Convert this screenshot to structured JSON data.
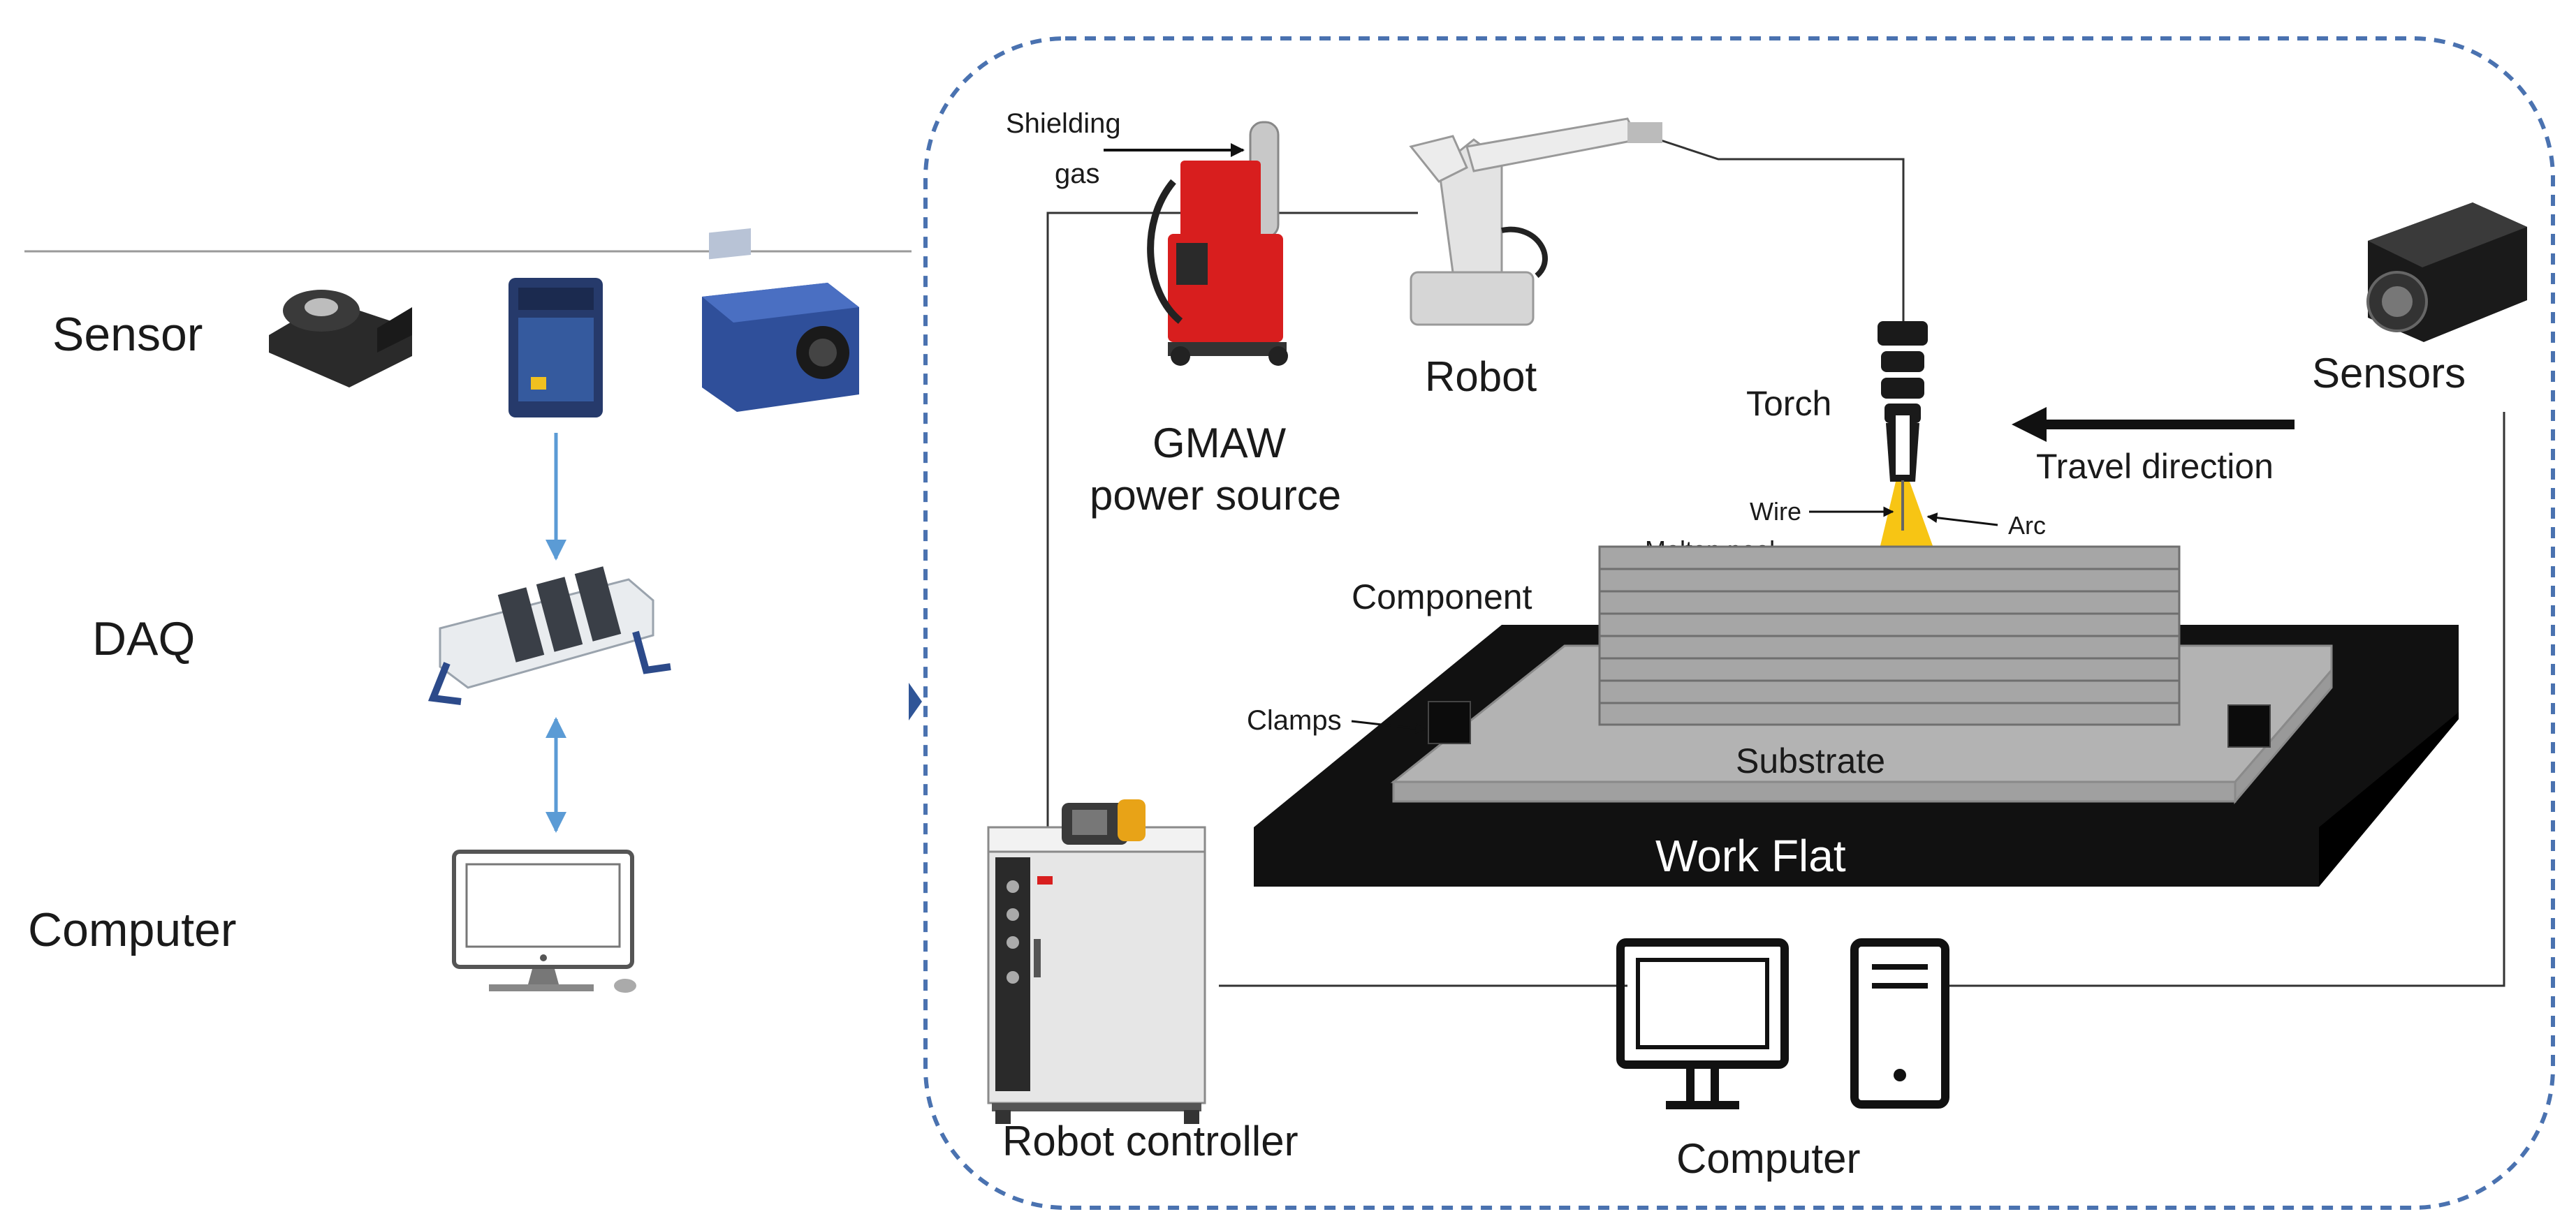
{
  "left_panel": {
    "sensor_label": "Sensor",
    "daq_label": "DAQ",
    "computer_label": "Computer"
  },
  "right_panel": {
    "shielding_gas_line1": "Shielding",
    "shielding_gas_line2": "gas",
    "gmaw_line1": "GMAW",
    "gmaw_line2": "power source",
    "robot_label": "Robot",
    "torch_label": "Torch",
    "sensors_label": "Sensors",
    "travel_direction_label": "Travel direction",
    "wire_label": "Wire",
    "arc_label": "Arc",
    "molten_pool_label": "Molten pool",
    "component_label": "Component",
    "clamps_label": "Clamps",
    "substrate_label": "Substrate",
    "work_flat_label": "Work Flat",
    "robot_controller_label": "Robot controller",
    "computer_label": "Computer"
  },
  "colors": {
    "arrow_blue": "#5b9bd5",
    "dashed_border": "#4a72b0",
    "work_flat": "#111111",
    "substrate": "#b3b3b3",
    "component": "#a6a6a6",
    "arc": "#f7c514",
    "molten_pool": "#e8201a"
  }
}
